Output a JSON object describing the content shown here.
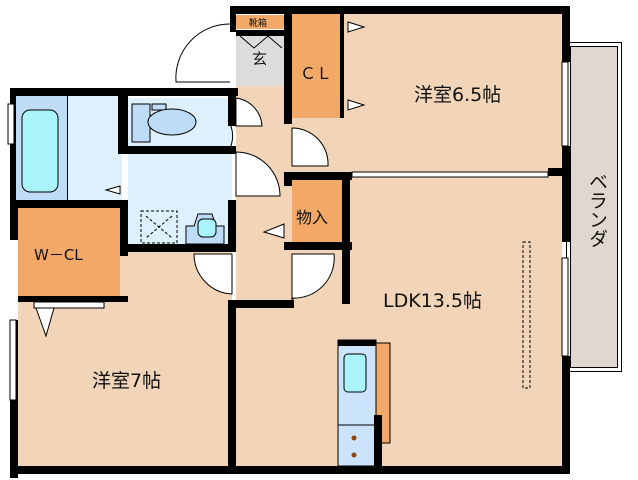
{
  "rooms": {
    "western_room_1": {
      "label": "洋室6.5帖"
    },
    "western_room_2": {
      "label": "洋室7帖"
    },
    "ldk": {
      "label": "LDK13.5帖"
    },
    "closet": {
      "label": "ＣＬ"
    },
    "walk_in_closet": {
      "label": "W－CL"
    },
    "storage": {
      "label": "物入"
    },
    "entrance": {
      "label": "玄"
    },
    "shoe_box": {
      "label": "靴箱"
    },
    "balcony": {
      "label": "ベランダ"
    }
  },
  "colors": {
    "floor": "#f2d4b8",
    "closet": "#f2a968",
    "wet_area": "#ddf0fb",
    "fixture": "#bfdcf7",
    "water": "#aaf4fc",
    "entrance": "#dcdcdc",
    "balcony": "#e0d8d0",
    "wall": "#000000"
  }
}
